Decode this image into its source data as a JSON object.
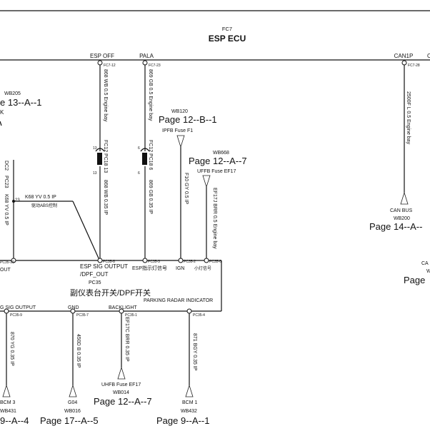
{
  "ecu": {
    "code": "FC7",
    "name": "ESP ECU"
  },
  "top_pins": {
    "esp_off": {
      "name": "ESP OFF",
      "num": "FC7-12"
    },
    "pala": {
      "name": "PALA",
      "num": "FC7-23"
    },
    "can1p": {
      "name": "CAN1P",
      "num": "FC7-28"
    },
    "partial_right": "C"
  },
  "wires": {
    "w868_wb": "868 WB 0.5 Engine bay",
    "w869_gb": "869 GB 0.5 Engine bay",
    "w868_wb_ip": "868 WB 0.35 IP",
    "w869_gb_ip": "869 GB 0.35 IP",
    "f10_gy": "F10 GY 0.5 IP",
    "ef17j": "EF17J BRR 0.5 Engine bay",
    "can_2500f": "2500F L 0.5 Engine bay",
    "k68_left": "K68 YV 0.5 IP",
    "dc2": "DC2",
    "pc23": "PC23",
    "pc23_pin": "23",
    "w870": "870 YG 0.35 IP",
    "w450d": "450D B 0.35 IP",
    "ef17c": "EF17C BRR 0.35 IP",
    "w871": "871 BGY 0.35 IP",
    "k68_horizontal": "K68 YV 0.5 IP"
  },
  "connectors": {
    "fc12_left": "FC12 PC18 13",
    "fc12_right": "FC12 PC18 6",
    "left_pin_13": "13",
    "right_pin_6": "6",
    "left_pin_13b": "13",
    "right_pin_6b": "6"
  },
  "refs": {
    "wb205_code": "WB205",
    "wb205_page": "e 13--A--1",
    "wb205_trail": "K",
    "wb120_code": "WB120",
    "wb120_page": "Page 12--B--1",
    "wb120_fuse": "IPFB Fuse F1",
    "wb668_code": "WB668",
    "wb668_page": "Page 12--A--7",
    "wb668_fuse": "UFFB Fuse EF17",
    "can_bus_label": "CAN BUS",
    "wb200_code": "WB200",
    "wb200_page": "Page 14--A--",
    "right_partial_ca": "CA",
    "right_partial_w": "W",
    "right_partial_page": "Page",
    "abs_note": "驱动ABS控制",
    "bcm3_label": "BCM 3",
    "wb431_code": "WB431",
    "wb431_page": "9--A--4",
    "g04_label": "G04",
    "wb016_code": "WB016",
    "wb016_page": "Page 17--A--5",
    "uhfb_fuse": "UHFB Fuse EF17",
    "wb014_code": "WB014",
    "wb014_page": "Page 12--A--7",
    "bcm1_label": "BCM 1",
    "wb432_code": "WB432",
    "wb432_page": "Page 9--A--1"
  },
  "module": {
    "name_zh": "副仪表台开关/DPF开关",
    "code": "PC35",
    "pin_pc35_10": "PC35-10",
    "pin_pc35_8": "PC35-8",
    "pin_pc35_3": "PC35-3",
    "pin_pc35_2": "PC35-2",
    "pin_pc35_6": "PC35-6",
    "lbl_out": "OUT",
    "lbl_esp_sig_output": "ESP SIG OUTPUT",
    "lbl_dpf_out": "/DPF_OUT",
    "lbl_esp_indicator": "ESP指示灯信号",
    "lbl_ign": "IGN",
    "lbl_small_light": "小灯信号",
    "lbl_parking_radar": "PARKING RADAR INDICATOR",
    "lbl_g_sig_output": "G SIG OUTPUT",
    "lbl_gnd": "GND",
    "lbl_backlight": "BACKLIGHT",
    "pin_pc35_9": "PC35-9",
    "pin_pc35_7": "PC35-7",
    "pin_pc35_1": "PC35-1",
    "pin_pc35_4": "PC35-4"
  }
}
